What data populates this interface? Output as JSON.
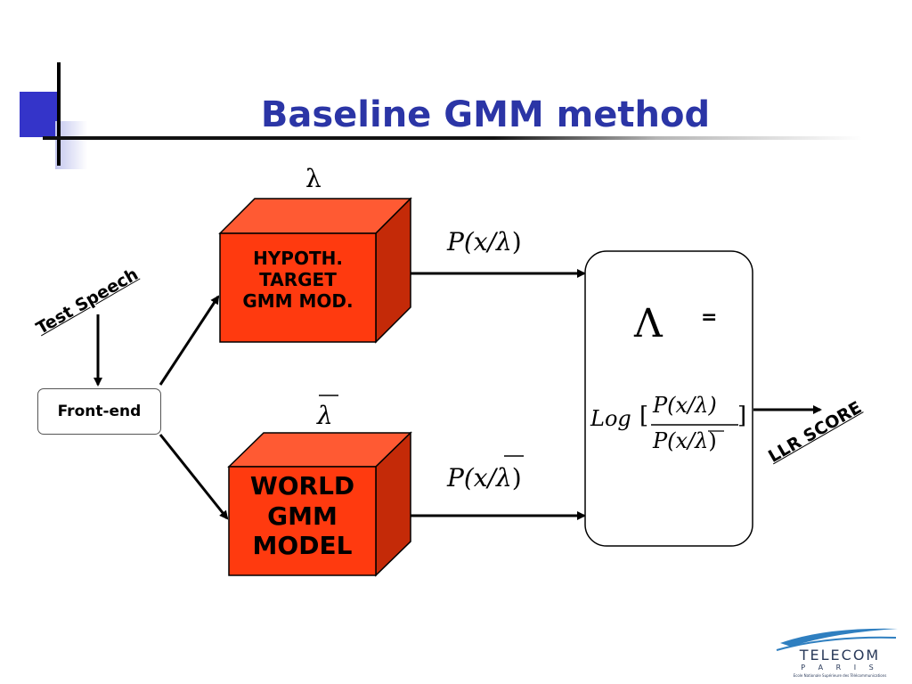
{
  "title": "Baseline GMM method",
  "colors": {
    "title": "#2b35a6",
    "box_face": "#ff3a0f",
    "box_top": "#ff5a33",
    "box_side": "#c42a08",
    "deco_square": "#3434c9"
  },
  "inputs": {
    "test_speech": "Test Speech",
    "front_end": "Front-end"
  },
  "models": {
    "target": {
      "param": "λ",
      "label": "HYPOTH.\nTARGET\nGMM MOD.",
      "prob_prefix": "P(x/",
      "prob_param": "λ",
      "prob_suffix": ")"
    },
    "world": {
      "param": "λ",
      "label": "WORLD\nGMM\nMODEL",
      "prob_prefix": "P(x/",
      "prob_param": "λ",
      "prob_suffix": ")"
    }
  },
  "score_box": {
    "symbol": "Λ",
    "equals": "=",
    "log_label": "Log",
    "open_bracket": "[",
    "close_bracket": "]",
    "numerator": "P(x/λ)",
    "denominator_prefix": "P(x/",
    "denominator_param": "λ",
    "denominator_suffix": ")"
  },
  "output": {
    "label": "LLR SCORE"
  },
  "logo": {
    "line1": "TELECOM",
    "line2": "P A R I S",
    "line3": "Ecole Nationale Supérieure des Télécommunications"
  }
}
